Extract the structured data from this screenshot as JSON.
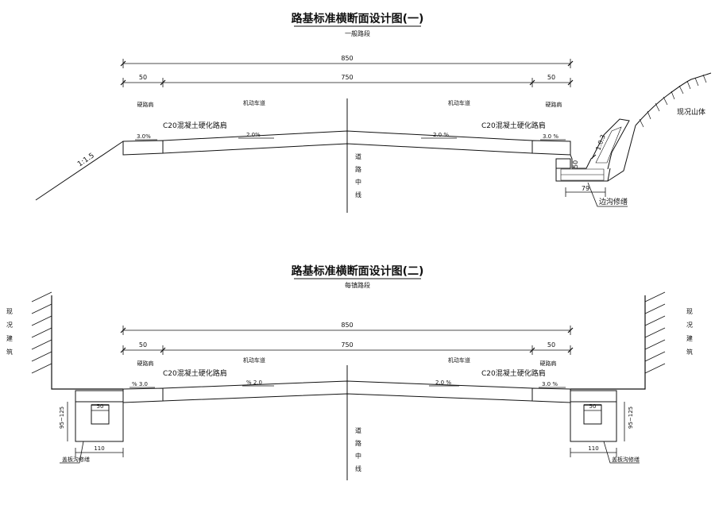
{
  "section1": {
    "title": "路基标准横断面设计图(一)",
    "subtitle": "一般路段",
    "dim_total": "850",
    "dim_left": "50",
    "dim_middle": "750",
    "dim_right": "50",
    "left_shoulder": "硬路肩",
    "left_lane": "机动车道",
    "right_lane": "机动车道",
    "right_shoulder": "硬路肩",
    "left_slope_pct": "3.0%",
    "left_concrete": "C20混凝土硬化路肩",
    "left_lane_slope": "2.0%",
    "right_lane_slope": "2.0 %",
    "right_concrete": "C20混凝土硬化路肩",
    "right_slope_pct": "3.0 %",
    "embankment_slope": "1:1.5",
    "ditch_slope": "1:0.3",
    "ditch_depth": "50",
    "ditch_width": "79",
    "ditch_label": "边沟修缮",
    "mountain_label": "现况山体",
    "centerline": [
      "道",
      "路",
      "中",
      "线"
    ]
  },
  "section2": {
    "title": "路基标准横断面设计图(二)",
    "subtitle": "每镇路段",
    "dim_total": "850",
    "dim_left": "50",
    "dim_middle": "750",
    "dim_right": "50",
    "left_shoulder": "硬路肩",
    "left_lane": "机动车道",
    "right_lane": "机动车道",
    "right_shoulder": "硬路肩",
    "left_concrete": "C20混凝土硬化路肩",
    "right_concrete": "C20混凝土硬化路肩",
    "left_slope_pct": "% 3.0",
    "left_lane_slope": "% 2.0",
    "right_lane_slope": "2.0 %",
    "right_slope_pct": "3.0 %",
    "left_building": [
      "现",
      "况",
      "建",
      "筑"
    ],
    "right_building": [
      "现",
      "况",
      "建",
      "筑"
    ],
    "ditch_inner_width": "50",
    "ditch_depth": "95~125",
    "ditch_outer_width": "110",
    "ditch_label": "盖板沟修缮",
    "centerline": [
      "道",
      "路",
      "中",
      "线"
    ]
  }
}
